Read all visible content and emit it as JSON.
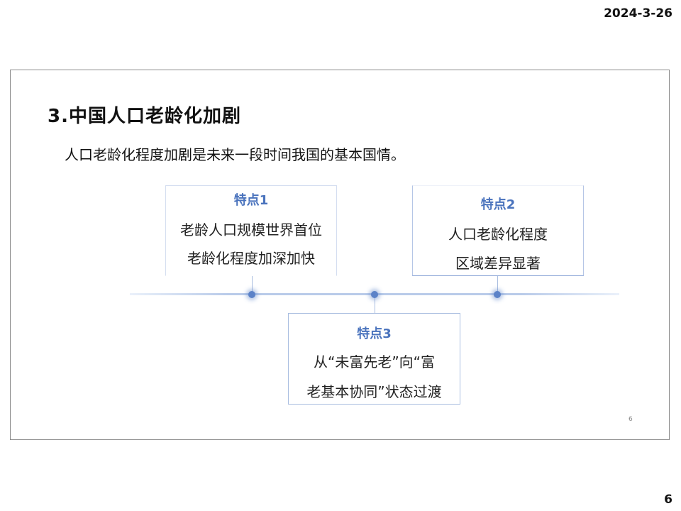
{
  "header": {
    "date": "2024-3-26"
  },
  "slide": {
    "title": "3.中国人口老龄化加剧",
    "subtitle": "人口老龄化程度加剧是未来一段时间我国的基本国情。",
    "features": [
      {
        "title": "特点1",
        "lines": [
          "老龄人口规模世界首位",
          "老龄化程度加深加快"
        ]
      },
      {
        "title": "特点2",
        "lines": [
          "人口老龄化程度",
          "区域差异显著"
        ]
      },
      {
        "title": "特点3",
        "lines": [
          "从“未富先老”向“富",
          "老基本协同”状态过渡"
        ]
      }
    ],
    "slide_number": "6"
  },
  "footer": {
    "page_number": "6"
  },
  "colors": {
    "accent": "#4a73bd",
    "timeline": "#b9cbe9",
    "dot": "#5b82c8"
  }
}
